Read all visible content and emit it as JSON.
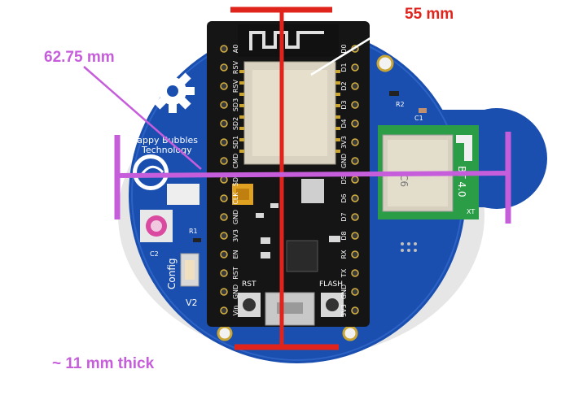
{
  "annotations": {
    "width": "62.75 mm",
    "height": "55 mm",
    "thickness": "~ 11 mm thick"
  },
  "board": {
    "brand_line1": "Happy Bubbles",
    "brand_line2": "Technology",
    "config_label": "Config",
    "version_label": "V2",
    "r1_label": "R1",
    "c2_label": "C2",
    "r2_label": "R2",
    "c1_label": "C1",
    "rst_label": "RST",
    "flash_label": "FLASH",
    "module_text_1": "C6",
    "module_text_2": "BT 4.0",
    "module_text_3": "XT",
    "left_pins": [
      "A0",
      "RSV",
      "RSV",
      "SD3",
      "SD2",
      "SD1",
      "CMD",
      "SD0",
      "CLK",
      "GND",
      "3V3",
      "EN",
      "RST",
      "GND",
      "Vin"
    ],
    "right_pins": [
      "D0",
      "D1",
      "D2",
      "D3",
      "D4",
      "3V3",
      "GND",
      "D5",
      "D6",
      "D7",
      "D8",
      "RX",
      "TX",
      "GND",
      "3V3"
    ]
  },
  "colors": {
    "pcb_blue": "#1a4fb0",
    "nodemcu_black": "#151515",
    "width_annotation": "#c65ddb",
    "height_annotation": "#e0241c",
    "bluetooth_module": "#2b9d46"
  }
}
